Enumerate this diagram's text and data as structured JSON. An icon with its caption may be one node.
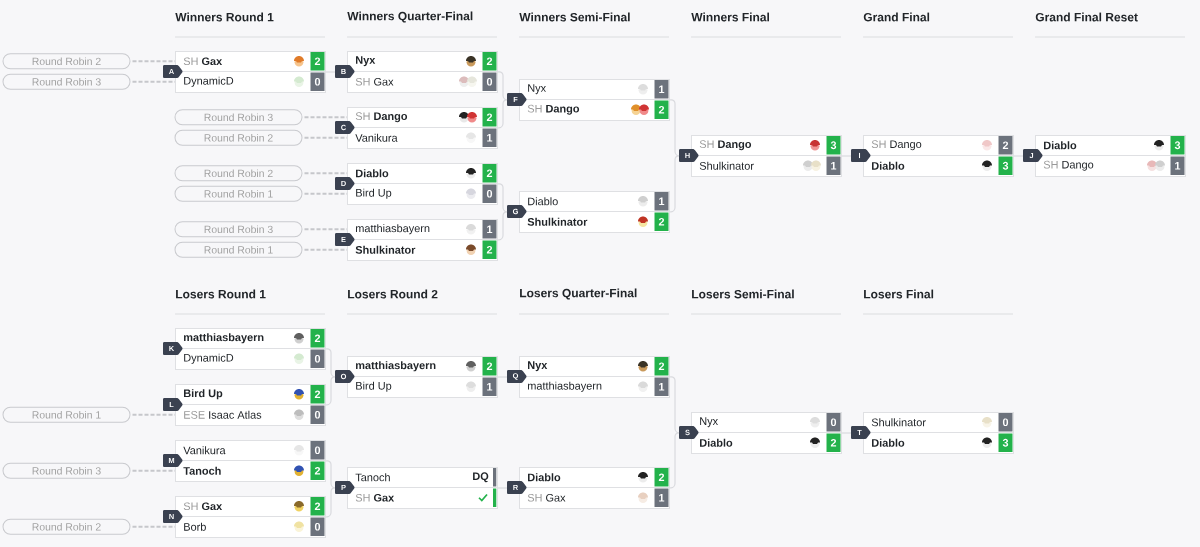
{
  "diagram": {
    "nodes": [
      {
        "text": [
          "Round Robin 2"
        ]
      },
      {
        "text": [
          "Round Robin 3"
        ]
      },
      {
        "text": [
          "A",
          "SH",
          "Gax",
          "2",
          "DynamicD",
          "0"
        ]
      },
      {
        "text": [
          "Round Robin 3"
        ]
      },
      {
        "text": [
          "Round Robin 2"
        ]
      },
      {
        "text": [
          "Round Robin 2"
        ]
      },
      {
        "text": [
          "Round Robin 1"
        ]
      },
      {
        "text": [
          "Round Robin 3"
        ]
      },
      {
        "text": [
          "Round Robin 1"
        ]
      },
      {
        "text": [
          "B",
          "Nyx",
          "2",
          "SH",
          "Gax",
          "0"
        ]
      },
      {
        "text": [
          "C",
          "SH",
          "Dango",
          "2",
          "Vanikura",
          "1"
        ]
      },
      {
        "text": [
          "D",
          "Diablo",
          "2",
          "Bird Up",
          "0"
        ]
      },
      {
        "text": [
          "E",
          "matthiasbayern",
          "1",
          "Shulkinator",
          "2"
        ]
      },
      {
        "text": [
          "F",
          "Nyx",
          "1",
          "SH",
          "Dango",
          "2"
        ]
      },
      {
        "text": [
          "G",
          "Diablo",
          "1",
          "Shulkinator",
          "2"
        ]
      },
      {
        "text": [
          "H",
          "SH",
          "Dango",
          "3",
          "Shulkinator",
          "1"
        ]
      },
      {
        "text": [
          "I",
          "SH",
          "Dango",
          "2",
          "Diablo",
          "3"
        ]
      },
      {
        "text": [
          "J",
          "Diablo",
          "3",
          "SH",
          "Dango",
          "1"
        ]
      },
      {
        "text": [
          "Round Robin 1"
        ]
      },
      {
        "text": [
          "Round Robin 3"
        ]
      },
      {
        "text": [
          "Round Robin 2"
        ]
      },
      {
        "text": [
          "K",
          "matthiasbayern",
          "2",
          "DynamicD",
          "0"
        ]
      },
      {
        "text": [
          "L",
          "Bird Up",
          "2",
          "ESE",
          "Isaac Atlas",
          "0"
        ]
      },
      {
        "text": [
          "M",
          "Vanikura",
          "0",
          "Tanoch",
          "2"
        ]
      },
      {
        "text": [
          "N",
          "SH",
          "Gax",
          "2",
          "Borb",
          "0"
        ]
      },
      {
        "text": [
          "O",
          "matthiasbayern",
          "2",
          "Bird Up",
          "1"
        ]
      },
      {
        "text": [
          "P",
          "Tanoch",
          "DQ",
          "SH",
          "Gax"
        ]
      },
      {
        "text": [
          "Q",
          "Nyx",
          "2",
          "matthiasbayern",
          "1"
        ]
      },
      {
        "text": [
          "R",
          "Diablo",
          "2",
          "SH",
          "Gax",
          "1"
        ]
      },
      {
        "text": [
          "S",
          "Nyx",
          "0",
          "Diablo",
          "2"
        ]
      },
      {
        "text": [
          "T",
          "Shulkinator",
          "0",
          "Diablo",
          "3"
        ]
      }
    ],
    "edges": [
      {
        "from": 0,
        "to": 2,
        "arrow": "none",
        "style": "dashed",
        "color": "#c6c7cb"
      },
      {
        "from": 1,
        "to": 2,
        "arrow": "none",
        "style": "dashed",
        "color": "#c6c7cb"
      },
      {
        "from": 2,
        "to": 9,
        "arrow": "none"
      },
      {
        "from": 3,
        "to": 10,
        "arrow": "none",
        "style": "dashed",
        "color": "#c6c7cb"
      },
      {
        "from": 4,
        "to": 10,
        "arrow": "none",
        "style": "dashed",
        "color": "#c6c7cb"
      },
      {
        "from": 5,
        "to": 11,
        "arrow": "none",
        "style": "dashed",
        "color": "#c6c7cb"
      },
      {
        "from": 6,
        "to": 11,
        "arrow": "none",
        "style": "dashed",
        "color": "#c6c7cb"
      },
      {
        "from": 7,
        "to": 12,
        "arrow": "none",
        "style": "dashed",
        "color": "#c6c7cb"
      },
      {
        "from": 8,
        "to": 12,
        "arrow": "none",
        "style": "dashed",
        "color": "#c6c7cb"
      },
      {
        "from": 9,
        "to": 13,
        "arrow": "none"
      },
      {
        "from": 10,
        "to": 13,
        "arrow": "none"
      },
      {
        "from": 11,
        "to": 14,
        "arrow": "none"
      },
      {
        "from": 12,
        "to": 14,
        "arrow": "none"
      },
      {
        "from": 13,
        "to": 15,
        "arrow": "none"
      },
      {
        "from": 14,
        "to": 15,
        "arrow": "none"
      },
      {
        "from": 15,
        "to": 16,
        "arrow": "none"
      },
      {
        "from": 16,
        "to": 17,
        "arrow": "none"
      },
      {
        "from": 18,
        "to": 22,
        "arrow": "none",
        "style": "dashed",
        "color": "#c6c7cb"
      },
      {
        "from": 19,
        "to": 23,
        "arrow": "none",
        "style": "dashed",
        "color": "#c6c7cb"
      },
      {
        "from": 20,
        "to": 24,
        "arrow": "none",
        "style": "dashed",
        "color": "#c6c7cb"
      },
      {
        "from": 21,
        "to": 25,
        "arrow": "none"
      },
      {
        "from": 22,
        "to": 25,
        "arrow": "none"
      },
      {
        "from": 23,
        "to": 26,
        "arrow": "none"
      },
      {
        "from": 24,
        "to": 26,
        "arrow": "none"
      },
      {
        "from": 25,
        "to": 27,
        "arrow": "none"
      },
      {
        "from": 26,
        "to": 28,
        "arrow": "none"
      },
      {
        "from": 27,
        "to": 29,
        "arrow": "none"
      },
      {
        "from": 28,
        "to": 29,
        "arrow": "none"
      },
      {
        "from": 29,
        "to": 30,
        "arrow": "none"
      }
    ],
    "labels": [
      "Winners Round 1",
      "Winners Quarter-Final",
      "Winners Semi-Final",
      "Winners Final",
      "Grand Final",
      "Grand Final Reset",
      "Losers Round 1",
      "Losers Round 2",
      "Losers Quarter-Final",
      "Losers Semi-Final",
      "Losers Final"
    ]
  }
}
